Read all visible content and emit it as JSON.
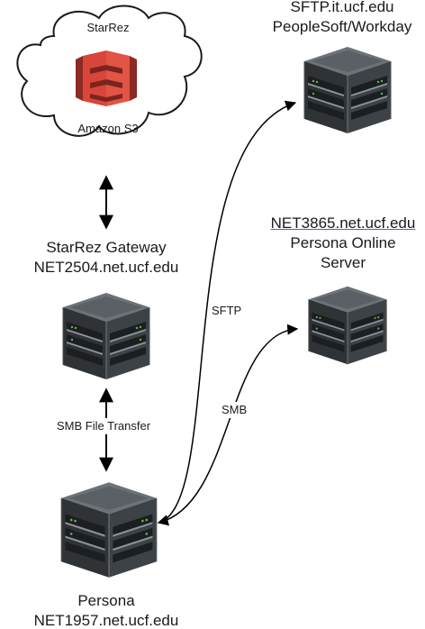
{
  "cloud": {
    "top_label": "StarRez",
    "bottom_label": "Amazon S3",
    "icon": "amazon-s3-icon",
    "s3_color": "#d9453b"
  },
  "sftp_server": {
    "line1": "SFTP.it.ucf.edu",
    "line2": "PeopleSoft/Workday",
    "icon": "server-icon"
  },
  "starrez_gateway": {
    "line1": "StarRez Gateway",
    "line2": "NET2504.net.ucf.edu",
    "icon": "server-icon"
  },
  "persona_online": {
    "line1": "NET3865.net.ucf.edu",
    "line2": "Persona Online",
    "line3": "Server",
    "icon": "server-icon"
  },
  "persona": {
    "line1": "Persona",
    "line2": "NET1957.net.ucf.edu",
    "icon": "server-icon"
  },
  "edges": {
    "smb_file_transfer": "SMB File Transfer",
    "sftp": "SFTP",
    "smb": "SMB"
  },
  "colors": {
    "server_dark": "#2b2e31",
    "server_mid": "#4a4f54",
    "server_light": "#8b9299",
    "accent_green": "#5fb34a",
    "line": "#000000"
  }
}
